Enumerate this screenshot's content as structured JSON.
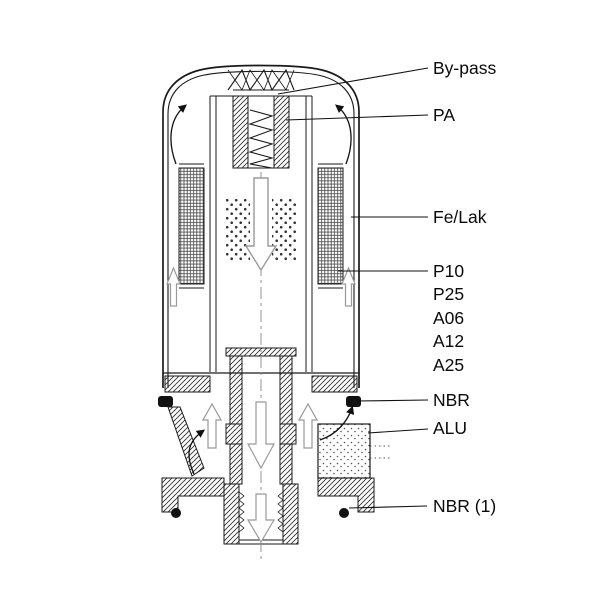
{
  "diagram": {
    "kind": "technical cross-section line drawing",
    "colors": {
      "background": "#ffffff",
      "line": "#1a1a1a",
      "flow_arrow": "#9a9a9a"
    }
  },
  "callouts": [
    {
      "id": "by-pass",
      "label": "By-pass"
    },
    {
      "id": "pa",
      "label": "PA"
    },
    {
      "id": "fe-lak",
      "label": "Fe/Lak"
    },
    {
      "id": "p10",
      "label": "P10"
    },
    {
      "id": "p25",
      "label": "P25"
    },
    {
      "id": "a06",
      "label": "A06"
    },
    {
      "id": "a12",
      "label": "A12"
    },
    {
      "id": "a25",
      "label": "A25"
    },
    {
      "id": "nbr",
      "label": "NBR"
    },
    {
      "id": "alu",
      "label": "ALU"
    },
    {
      "id": "nbr-1",
      "label": "NBR (1)"
    }
  ]
}
